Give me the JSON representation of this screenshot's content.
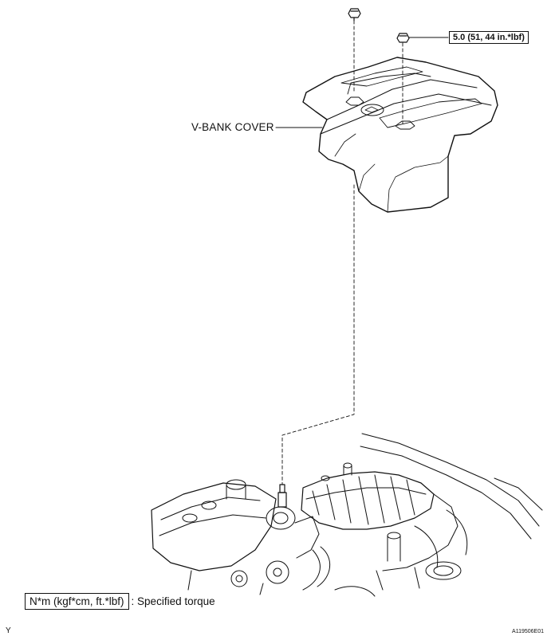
{
  "labels": {
    "cover": "V-BANK COVER",
    "torque_spec": "5.0 (51, 44 in.*lbf)"
  },
  "legend": {
    "unit_box": "N*m (kgf*cm, ft.*lbf)",
    "separator": ":",
    "description": "Specified torque"
  },
  "figure_id": "A119506E01",
  "corner_mark": "Y",
  "colors": {
    "line": "#111111",
    "background": "#ffffff"
  }
}
